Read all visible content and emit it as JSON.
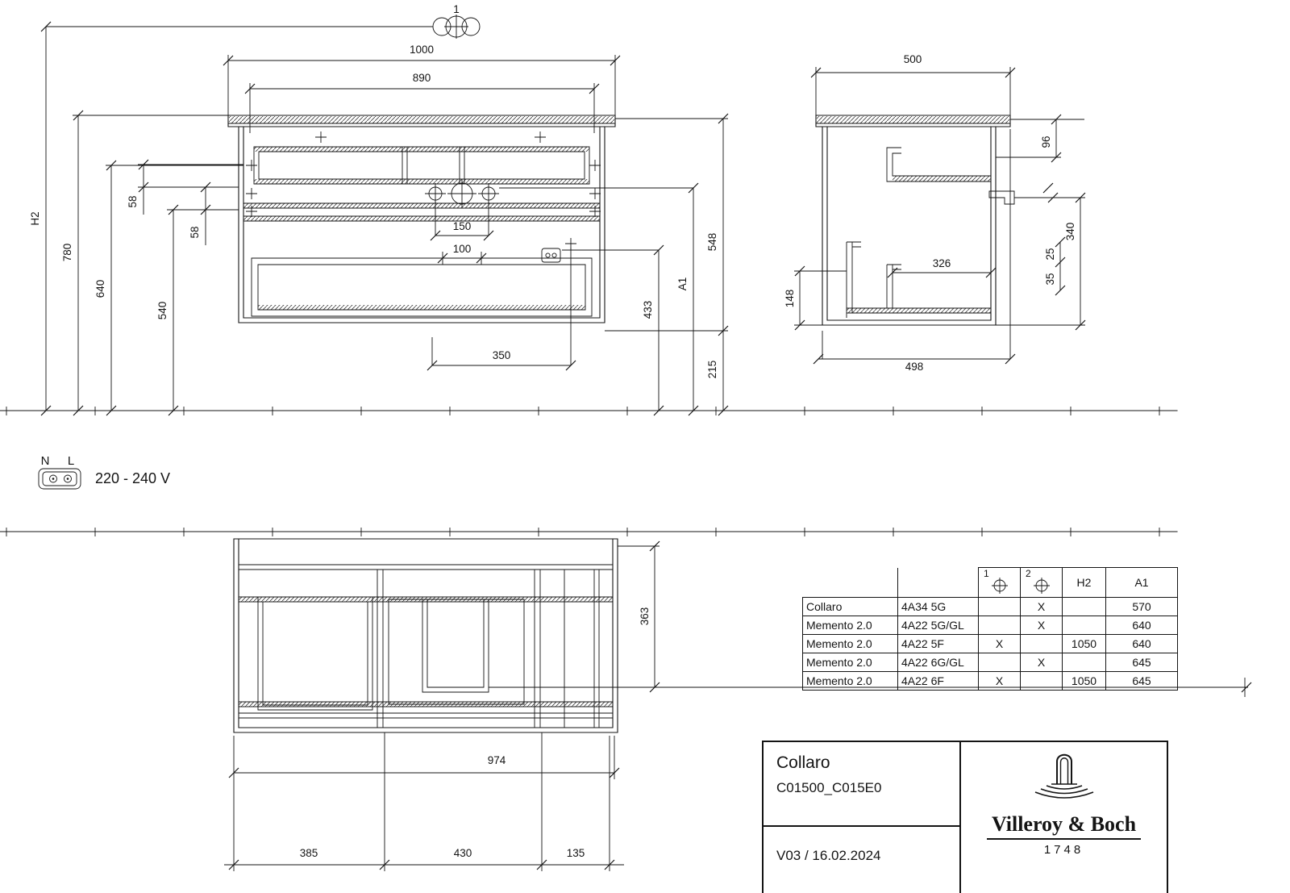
{
  "front": {
    "callout": "1",
    "w1000": "1000",
    "w890": "890",
    "s150": "150",
    "s100": "100",
    "s350": "350",
    "h2": "H2",
    "h780": "780",
    "h640": "640",
    "g58a": "58",
    "g58b": "58",
    "h540": "540",
    "h548": "548",
    "a1": "A1",
    "h433": "433",
    "h215": "215"
  },
  "side": {
    "d500": "500",
    "d498": "498",
    "w326": "326",
    "h148": "148",
    "r96": "96",
    "r340": "340",
    "r25": "25",
    "r35": "35"
  },
  "plan": {
    "w974": "974",
    "s385": "385",
    "s430": "430",
    "s135": "135",
    "d363": "363"
  },
  "power": {
    "n": "N",
    "l": "L",
    "voltage": "220 - 240 V"
  },
  "spec_table": {
    "headers": {
      "c1": "1",
      "c2": "2",
      "h2": "H2",
      "a1": "A1"
    },
    "rows": [
      {
        "series": "Collaro",
        "code": "4A34 5G",
        "hole1": "",
        "hole2": "X",
        "h2": "",
        "a1": "570"
      },
      {
        "series": "Memento 2.0",
        "code": "4A22 5G/GL",
        "hole1": "",
        "hole2": "X",
        "h2": "",
        "a1": "640"
      },
      {
        "series": "Memento 2.0",
        "code": "4A22 5F",
        "hole1": "X",
        "hole2": "",
        "h2": "1050",
        "a1": "640"
      },
      {
        "series": "Memento 2.0",
        "code": "4A22 6G/GL",
        "hole1": "",
        "hole2": "X",
        "h2": "",
        "a1": "645"
      },
      {
        "series": "Memento 2.0",
        "code": "4A22 6F",
        "hole1": "X",
        "hole2": "",
        "h2": "1050",
        "a1": "645"
      }
    ]
  },
  "title_block": {
    "product_line": "Collaro",
    "article_numbers": "C01500_C015E0",
    "revision": "V03 / 16.02.2024",
    "brand": "Villeroy & Boch",
    "established": "1748"
  }
}
